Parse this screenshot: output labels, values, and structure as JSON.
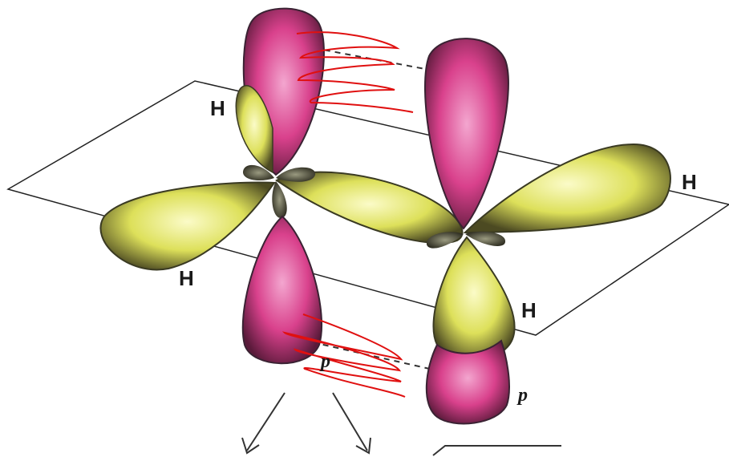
{
  "diagram": {
    "labels": {
      "h_top_left": "H",
      "h_bottom_left": "H",
      "h_right": "H",
      "h_lower_right": "H",
      "p_left": "p",
      "p_right": "p"
    },
    "colors": {
      "p_lobe": "#d9418c",
      "sp2_lobe": "#dde05a",
      "lobe_edge": "#2b2a1e",
      "annotation": "#e01010",
      "plane": "#222222"
    }
  }
}
